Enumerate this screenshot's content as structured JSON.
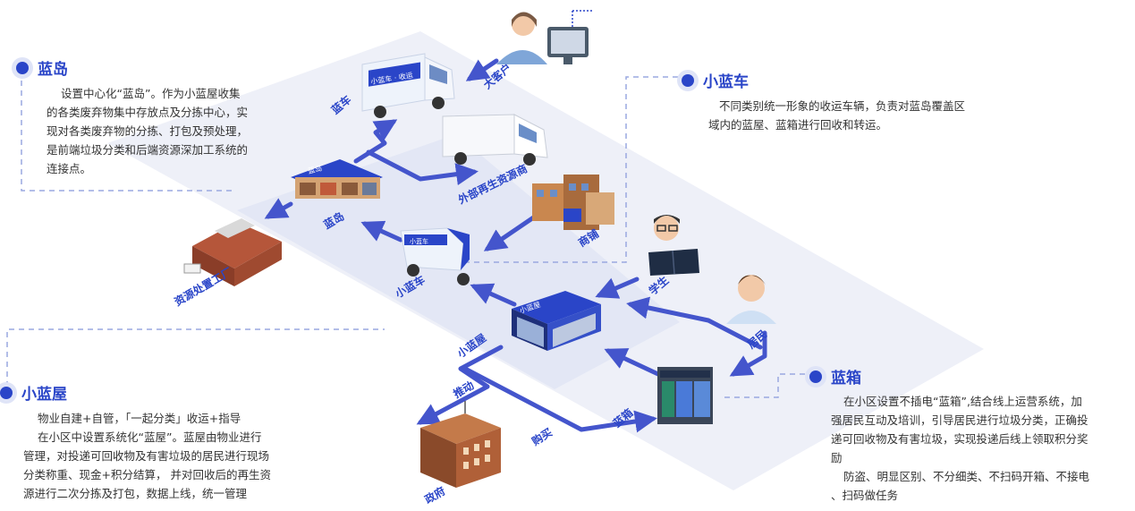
{
  "colors": {
    "accent": "#2a45c8",
    "flow": "#4455cc",
    "platform": "#e9ecf7",
    "dashed": "#9aa8e0"
  },
  "panels": {
    "landao": {
      "title": "蓝岛",
      "lines": [
        "设置中心化“蓝岛”。作为小蓝屋收集",
        "的各类废弃物集中存放点及分拣中心，实",
        "现对各类废弃物的分拣、打包及预处理，",
        "是前端垃圾分类和后端资源深加工系统的",
        "连接点。"
      ]
    },
    "xiaolanche": {
      "title": "小蓝车",
      "lines": [
        "不同类别统一形象的收运车辆，负责对蓝岛覆盖区",
        "域内的蓝屋、蓝箱进行回收和转运。"
      ]
    },
    "xiaolanwu": {
      "title": "小蓝屋",
      "lines": [
        "物业自建+自管，「一起分类」收运+指导",
        "在小区中设置系统化“蓝屋”。蓝屋由物业进行",
        "管理，对投递可回收物及有害垃圾的居民进行现场",
        "分类称重、现金+积分结算， 并对回收后的再生资",
        "源进行二次分拣及打包，数据上线，统一管理"
      ]
    },
    "lanxiang": {
      "title": "蓝箱",
      "lines": [
        "在小区设置不插电“蓝箱”,结合线上运营系统，加",
        "强居民互动及培训，引导居民进行垃圾分类，正确投",
        "递可回收物及有害垃圾，实现投递后线上领取积分奖",
        "励",
        "防盗、明显区别、不分细类、不扫码开箱、不接电",
        "、扫码做任务"
      ]
    }
  },
  "labels": {
    "dake": "大客户",
    "lanche": "蓝车",
    "waibu": "外部再生资源商",
    "landao": "蓝岛",
    "ziyuan": "资源处置工厂",
    "shangpu": "商铺",
    "xiaolanche": "小蓝车",
    "xuesheng": "学生",
    "jumin": "居民",
    "xiaolanwu": "小蓝屋",
    "tuidong": "推动",
    "goumai": "购买",
    "lanxiang": "蓝箱",
    "zhengfu": "政府"
  },
  "signs": {
    "truck": "小蓝车 · 收运",
    "shed": "蓝岛",
    "house": "小蓝屋",
    "trike": "小蓝车"
  }
}
